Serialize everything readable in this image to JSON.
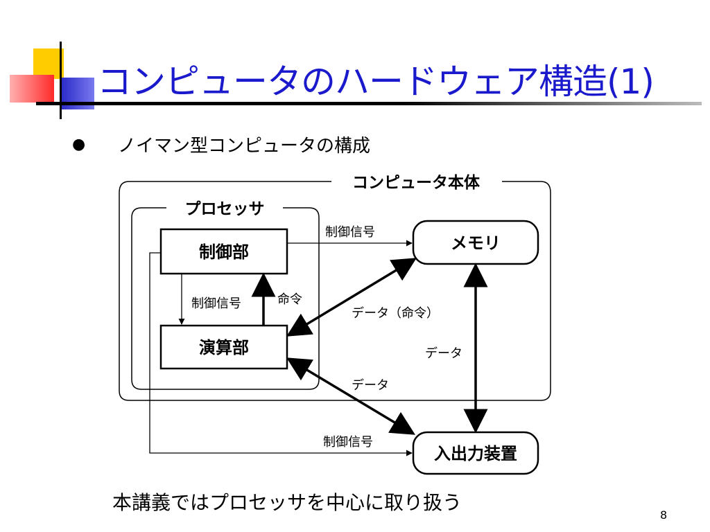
{
  "slide": {
    "title": "コンピュータのハードウェア構造(1)",
    "bullet": "ノイマン型コンピュータの構成",
    "footer": "本講義ではプロセッサを中心に取り扱う",
    "page_number": "8"
  },
  "diagram": {
    "outer_label": "コンピュータ本体",
    "processor_label": "プロセッサ",
    "control_unit": "制御部",
    "alu": "演算部",
    "memory": "メモリ",
    "io": "入出力装置",
    "edge_labels": {
      "control_to_memory": "制御信号",
      "control_to_alu": "制御信号",
      "alu_to_control": "命令",
      "memory_alu": "データ（命令）",
      "memory_io": "データ",
      "alu_io": "データ",
      "control_to_io": "制御信号"
    }
  },
  "colors": {
    "title": "#1a1acc",
    "deco_yellow": "#ffcc00",
    "deco_blue": "#3333cc",
    "deco_red": "#ff3333"
  }
}
